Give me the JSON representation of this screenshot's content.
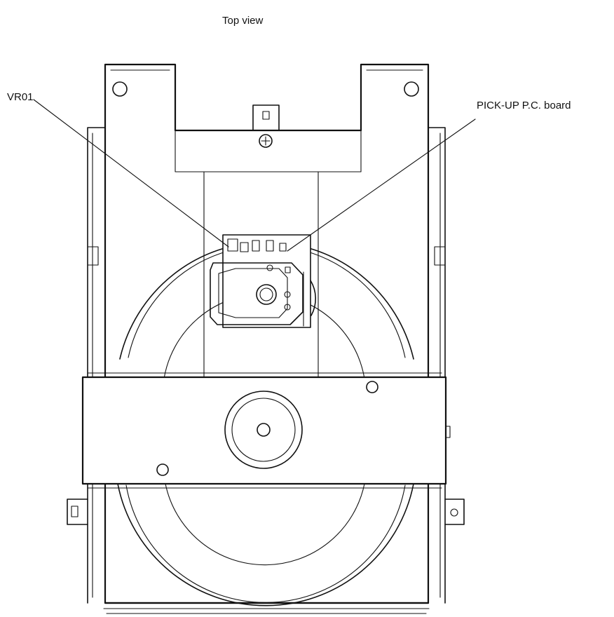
{
  "title": "Top view",
  "labels": {
    "vr01": "VR01",
    "pickup_board": "PICK-UP P.C. board"
  },
  "colors": {
    "line": "#111111",
    "background": "#ffffff"
  }
}
